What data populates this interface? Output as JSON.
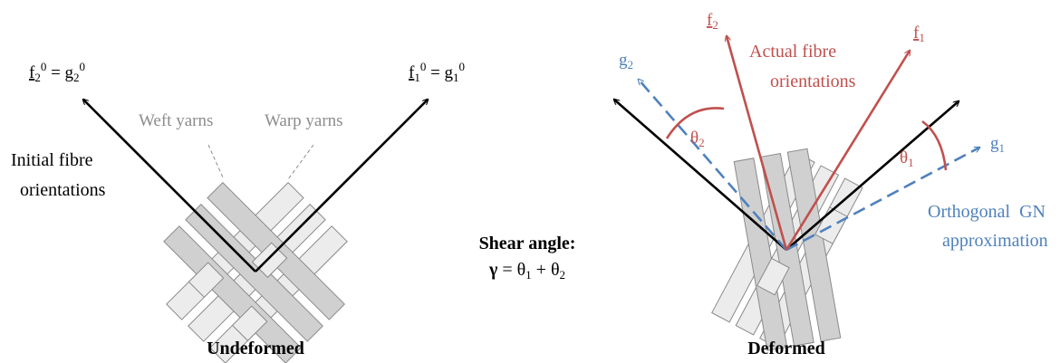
{
  "colors": {
    "black": "#000000",
    "red": "#c0504d",
    "blue": "#4f81bd",
    "grey_text": "#8c8c8c",
    "yarn_dark": "#d0d0d0",
    "yarn_light": "#ececec",
    "yarn_stroke": "#8a8a8a"
  },
  "left": {
    "f2": "f",
    "f2_sub": "2",
    "f2_sup": "0",
    "eq": " = ",
    "g2": "g",
    "g2_sub": "2",
    "g2_sup": "0",
    "f1": "f",
    "f1_sub": "1",
    "f1_sup": "0",
    "g1": "g",
    "g1_sub": "1",
    "g1_sup": "0",
    "weft": "Weft yarns",
    "warp": "Warp yarns",
    "initial_line1": "Initial fibre",
    "initial_line2": "orientations",
    "caption": "Undeformed"
  },
  "middle": {
    "shear_title": "Shear angle:",
    "gamma": "γ",
    "eq": " = θ",
    "sub1": "1",
    "plus": " + θ",
    "sub2": "2"
  },
  "right": {
    "f2": "f",
    "f2_sub": "2",
    "f1": "f",
    "f1_sub": "1",
    "g2": "g",
    "g2_sub": "2",
    "g1": "g",
    "g1_sub": "1",
    "theta2": "θ",
    "theta2_sub": "2",
    "theta1": "θ",
    "theta1_sub": "1",
    "actual_line1": "Actual fibre",
    "actual_line2": "orientations",
    "gn_line1": "Orthogonal  GN",
    "gn_line2": "approximation",
    "caption": "Deformed"
  }
}
